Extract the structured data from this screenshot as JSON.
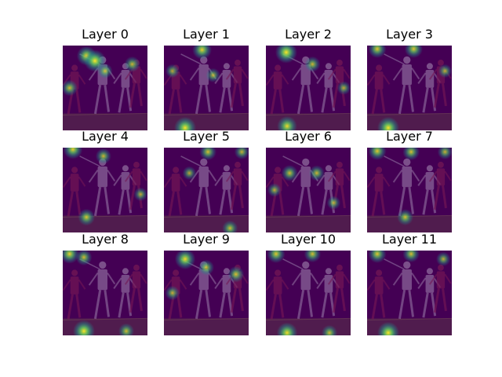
{
  "figure": {
    "panels": [
      {
        "title": "Layer 0",
        "hotspots": [
          [
            0.28,
            0.12,
            0.8
          ],
          [
            0.38,
            0.18,
            1.0
          ],
          [
            0.08,
            0.5,
            0.55
          ],
          [
            0.5,
            0.3,
            0.45
          ],
          [
            0.82,
            0.22,
            0.5
          ]
        ]
      },
      {
        "title": "Layer 1",
        "hotspots": [
          [
            0.45,
            0.05,
            0.8
          ],
          [
            0.25,
            0.97,
            1.0
          ],
          [
            0.58,
            0.35,
            0.4
          ],
          [
            0.1,
            0.3,
            0.35
          ]
        ]
      },
      {
        "title": "Layer 2",
        "hotspots": [
          [
            0.24,
            0.08,
            1.0
          ],
          [
            0.25,
            0.95,
            0.85
          ],
          [
            0.55,
            0.22,
            0.5
          ],
          [
            0.92,
            0.5,
            0.35
          ]
        ]
      },
      {
        "title": "Layer 3",
        "hotspots": [
          [
            0.12,
            0.04,
            0.7
          ],
          [
            0.55,
            0.04,
            0.7
          ],
          [
            0.25,
            0.97,
            1.0
          ],
          [
            0.92,
            0.3,
            0.35
          ]
        ]
      },
      {
        "title": "Layer 4",
        "hotspots": [
          [
            0.12,
            0.02,
            0.8
          ],
          [
            0.48,
            0.1,
            0.5
          ],
          [
            0.28,
            0.82,
            0.6
          ],
          [
            0.92,
            0.55,
            0.35
          ]
        ]
      },
      {
        "title": "Layer 5",
        "hotspots": [
          [
            0.52,
            0.05,
            0.6
          ],
          [
            0.92,
            0.05,
            0.45
          ],
          [
            0.78,
            0.95,
            0.5
          ],
          [
            0.3,
            0.3,
            0.35
          ]
        ]
      },
      {
        "title": "Layer 6",
        "hotspots": [
          [
            0.28,
            0.3,
            0.55
          ],
          [
            0.6,
            0.3,
            0.5
          ],
          [
            0.1,
            0.5,
            0.35
          ],
          [
            0.8,
            0.65,
            0.35
          ]
        ]
      },
      {
        "title": "Layer 7",
        "hotspots": [
          [
            0.12,
            0.04,
            0.7
          ],
          [
            0.52,
            0.05,
            0.6
          ],
          [
            0.92,
            0.05,
            0.45
          ],
          [
            0.45,
            0.82,
            0.55
          ]
        ]
      },
      {
        "title": "Layer 8",
        "hotspots": [
          [
            0.08,
            0.04,
            0.8
          ],
          [
            0.25,
            0.08,
            0.55
          ],
          [
            0.25,
            0.95,
            1.0
          ],
          [
            0.75,
            0.95,
            0.5
          ]
        ]
      },
      {
        "title": "Layer 9",
        "hotspots": [
          [
            0.25,
            0.1,
            0.9
          ],
          [
            0.5,
            0.2,
            0.5
          ],
          [
            0.85,
            0.28,
            0.55
          ],
          [
            0.1,
            0.5,
            0.4
          ]
        ]
      },
      {
        "title": "Layer 10",
        "hotspots": [
          [
            0.12,
            0.04,
            0.7
          ],
          [
            0.55,
            0.04,
            0.6
          ],
          [
            0.25,
            0.97,
            0.9
          ],
          [
            0.75,
            0.97,
            0.5
          ]
        ]
      },
      {
        "title": "Layer 11",
        "hotspots": [
          [
            0.12,
            0.04,
            0.7
          ],
          [
            0.52,
            0.04,
            0.6
          ],
          [
            0.25,
            0.97,
            1.0
          ],
          [
            0.9,
            0.1,
            0.4
          ]
        ]
      }
    ]
  },
  "colors": {
    "background": "#440154",
    "heat_low": "#21918c",
    "heat_mid": "#5ec962",
    "heat_high": "#fde725",
    "jersey_white": "#c9c2d8",
    "jersey_red": "#9a2a55",
    "field": "#6b5f3f"
  }
}
